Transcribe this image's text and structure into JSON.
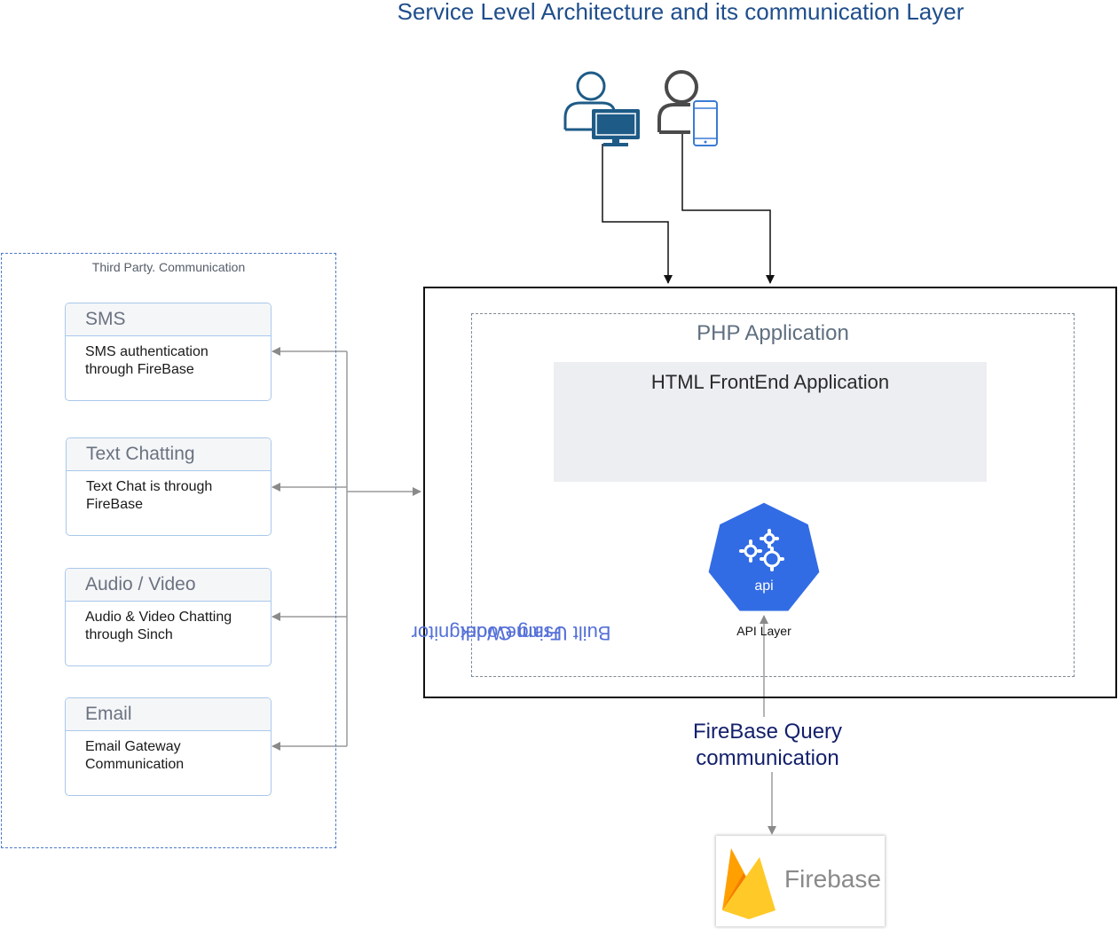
{
  "title": "Service Level Architecture and its communication Layer",
  "third_party": {
    "title": "Third Party. Communication",
    "services": [
      {
        "name": "SMS",
        "description": [
          "SMS authentication",
          "through FireBase"
        ]
      },
      {
        "name": "Text Chatting",
        "description": [
          "Text Chat is through",
          "FireBase"
        ]
      },
      {
        "name": "Audio / Video",
        "description": [
          "Audio & Video Chatting",
          "through Sinch"
        ]
      },
      {
        "name": "Email",
        "description": [
          "Email Gateway",
          "Communication"
        ]
      }
    ]
  },
  "application": {
    "php_title": "PHP Application",
    "frontend_title": "HTML FrontEnd Application",
    "framework_label": [
      "Built Using CodeIgnitor",
      "FrameWork"
    ],
    "api_icon_text": "api",
    "api_label": "API Layer"
  },
  "firebase_query": [
    "FireBase Query",
    "communication"
  ],
  "firebase_logo_text": "Firebase",
  "icons": {
    "desktop_user": "desktop-user-icon",
    "mobile_user": "mobile-user-icon",
    "api": "kubernetes-api-icon",
    "firebase": "firebase-logo"
  },
  "colors": {
    "title": "#1f4e8c",
    "accent_blue": "#326ce5",
    "card_border": "#a9c8eb",
    "framework_label": "#5570d8",
    "firebase_query": "#13206b"
  }
}
